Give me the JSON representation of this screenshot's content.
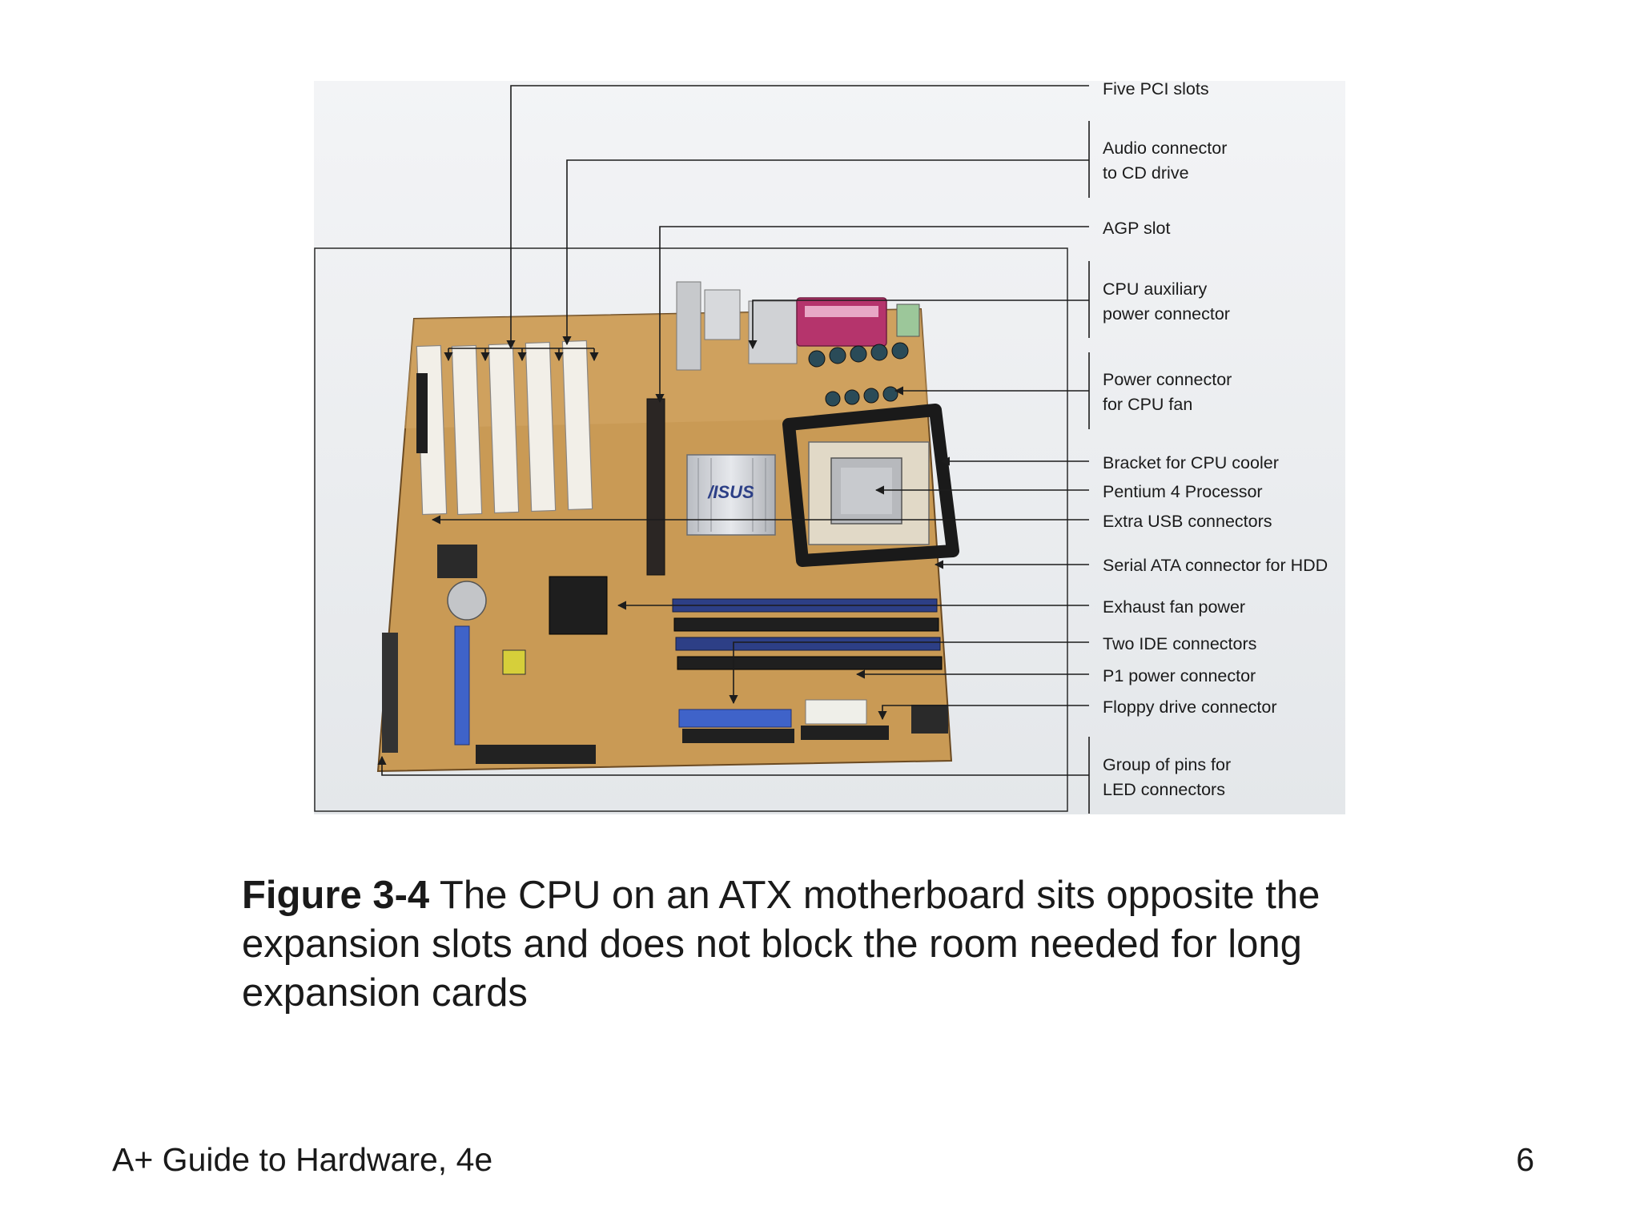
{
  "figure": {
    "callouts": [
      {
        "lines": [
          "Five PCI slots"
        ]
      },
      {
        "lines": [
          "Audio connector",
          "to CD drive"
        ]
      },
      {
        "lines": [
          "AGP slot"
        ]
      },
      {
        "lines": [
          "CPU auxiliary",
          "power connector"
        ]
      },
      {
        "lines": [
          "Power connector",
          "for CPU fan"
        ]
      },
      {
        "lines": [
          "Bracket for CPU cooler"
        ]
      },
      {
        "lines": [
          "Pentium 4 Processor"
        ]
      },
      {
        "lines": [
          "Extra USB connectors"
        ]
      },
      {
        "lines": [
          "Serial ATA connector for HDD"
        ]
      },
      {
        "lines": [
          "Exhaust fan power"
        ]
      },
      {
        "lines": [
          "Two IDE connectors"
        ]
      },
      {
        "lines": [
          "P1 power connector"
        ]
      },
      {
        "lines": [
          "Floppy drive connector"
        ]
      },
      {
        "lines": [
          "Group of pins for",
          "LED connectors"
        ]
      }
    ],
    "heatsink_brand": "/ISUS",
    "colors": {
      "pcb": "#c99a55",
      "background": "#e9ecef",
      "dimm_blue": "#2d3f86",
      "ide_blue": "#3f63c9",
      "connector_magenta": "#b5346c",
      "leader": "#1c1c1c"
    }
  },
  "caption": {
    "label": "Figure 3-4",
    "text": " The CPU on an ATX motherboard sits opposite the expansion slots and does not block the room needed for long expansion cards"
  },
  "footer": {
    "title": "A+ Guide to Hardware, 4e",
    "page": "6"
  }
}
